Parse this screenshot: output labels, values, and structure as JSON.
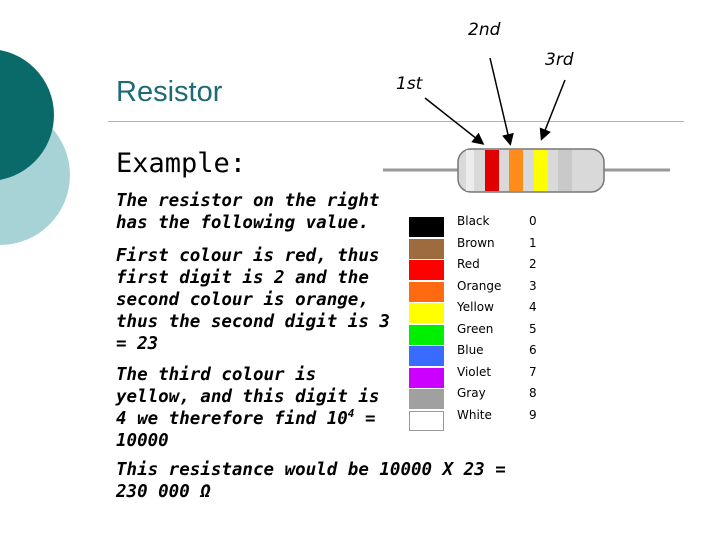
{
  "slide": {
    "title": "Resistor",
    "example_heading": "Example:",
    "para1": "The resistor on the right has the following value.",
    "para2": "First colour is red, thus first digit is 2 and the second colour is orange, thus the second digit is 3 = 23",
    "para3_a": "The third colour is yellow, and this digit is 4 we therefore find 10",
    "para3_sup": "4",
    "para3_b": " = 10000",
    "para4": "This resistance would be 10000 X 23 = 230 000 Ω"
  },
  "diagram": {
    "label_1st": "1st",
    "label_2nd": "2nd",
    "label_3rd": "3rd",
    "bands": [
      "#e00000",
      "#ff8c1a",
      "#ffff00"
    ]
  },
  "colour_code": [
    {
      "name": "Black",
      "digit": "0",
      "color": "#000000"
    },
    {
      "name": "Brown",
      "digit": "1",
      "color": "#9e6b3e"
    },
    {
      "name": "Red",
      "digit": "2",
      "color": "#ff0000"
    },
    {
      "name": "Orange",
      "digit": "3",
      "color": "#ff6a10"
    },
    {
      "name": "Yellow",
      "digit": "4",
      "color": "#ffff00"
    },
    {
      "name": "Green",
      "digit": "5",
      "color": "#00ee00"
    },
    {
      "name": "Blue",
      "digit": "6",
      "color": "#3a6bff"
    },
    {
      "name": "Violet",
      "digit": "7",
      "color": "#cc00ff"
    },
    {
      "name": "Gray",
      "digit": "8",
      "color": "#a0a0a0"
    },
    {
      "name": "White",
      "digit": "9",
      "color": "#ffffff"
    }
  ],
  "theme": {
    "accent_dark": "#0a6a6a",
    "accent_light": "#9fd4d4"
  }
}
